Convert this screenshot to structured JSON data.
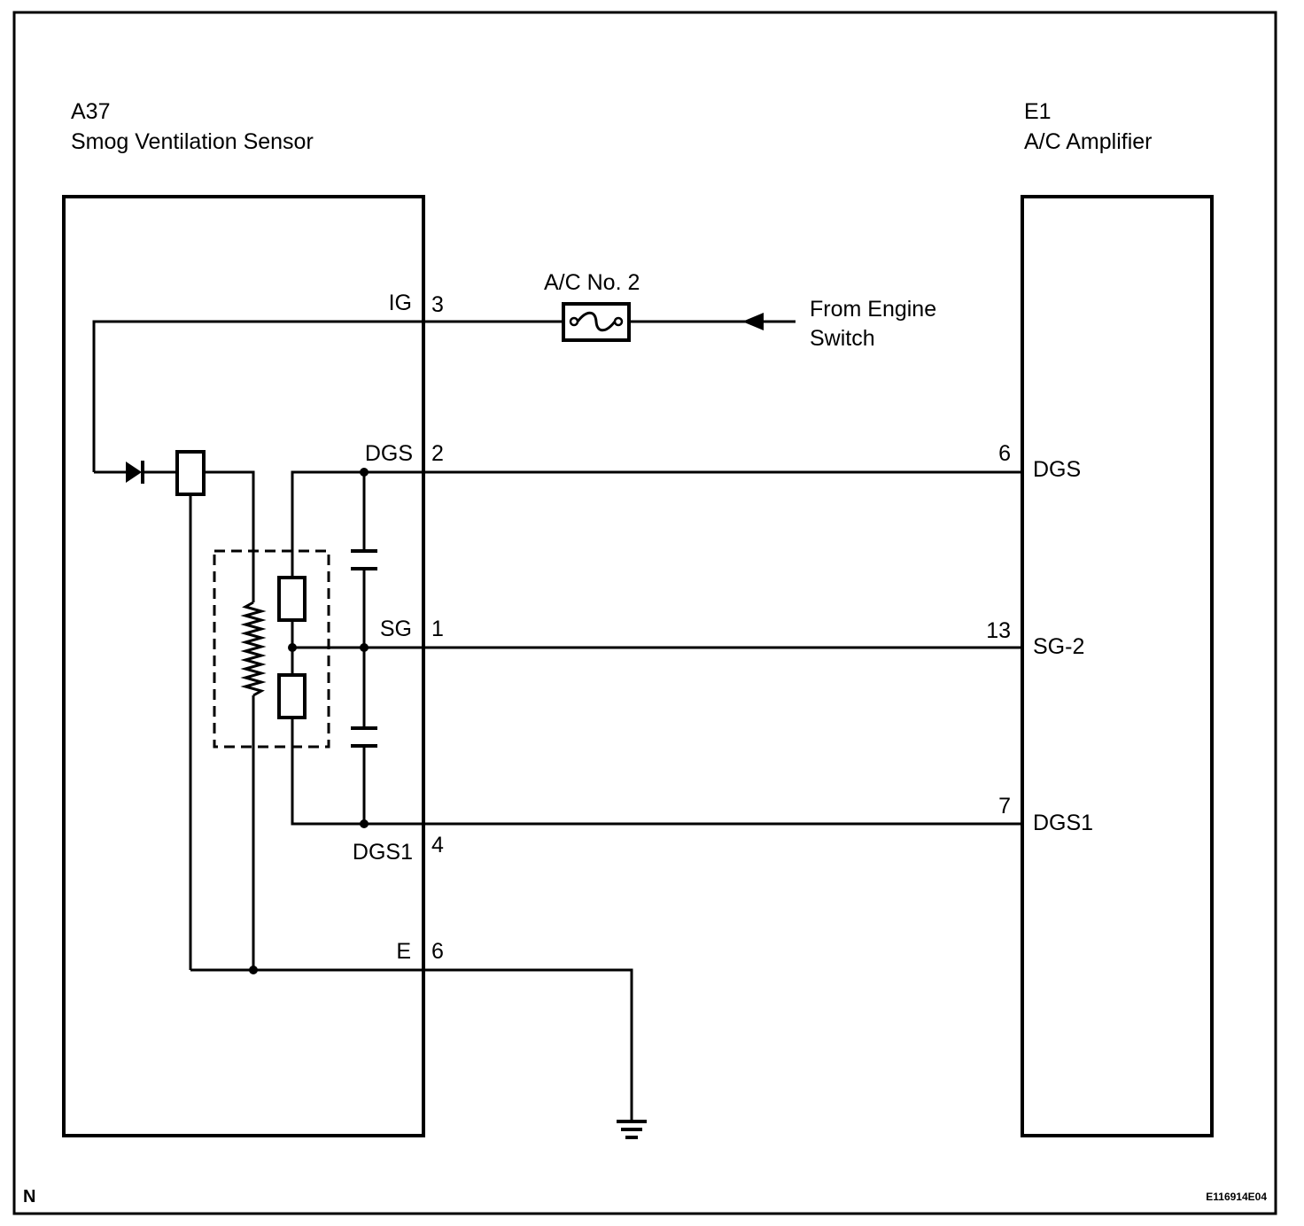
{
  "left_component": {
    "code": "A37",
    "name": "Smog Ventilation Sensor"
  },
  "right_component": {
    "code": "E1",
    "name": "A/C Amplifier"
  },
  "fuse": {
    "label": "A/C No. 2"
  },
  "source": {
    "line1": "From Engine",
    "line2": "Switch"
  },
  "left_terminals": {
    "ig": {
      "name": "IG",
      "pin": "3"
    },
    "dgs": {
      "name": "DGS",
      "pin": "2"
    },
    "sg": {
      "name": "SG",
      "pin": "1"
    },
    "dgs1": {
      "name": "DGS1",
      "pin": "4"
    },
    "e": {
      "name": "E",
      "pin": "6"
    }
  },
  "right_terminals": {
    "dgs": {
      "name": "DGS",
      "pin": "6"
    },
    "sg2": {
      "name": "SG-2",
      "pin": "13"
    },
    "dgs1": {
      "name": "DGS1",
      "pin": "7"
    }
  },
  "footer": {
    "corner_mark": "N",
    "figure_id": "E116914E04"
  }
}
